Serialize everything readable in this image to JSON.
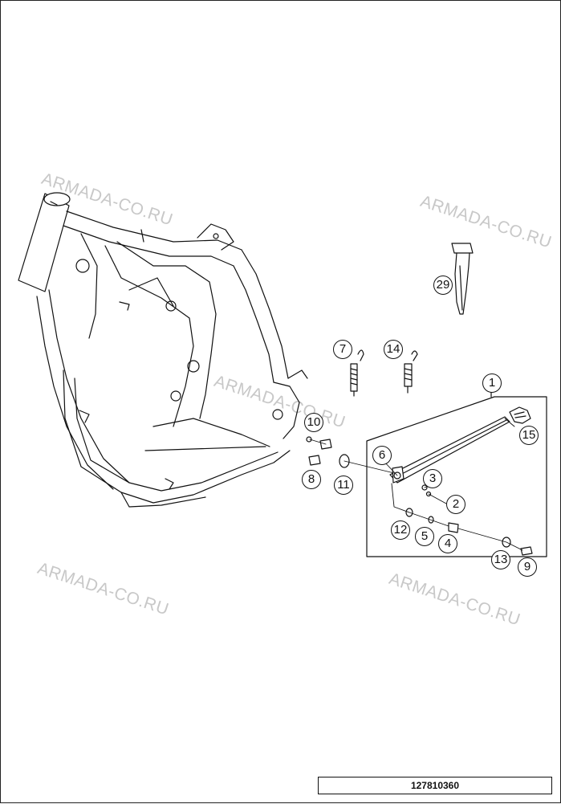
{
  "watermark": "ARMADA-CO.RU",
  "callouts": {
    "c1": "1",
    "c2": "2",
    "c3": "3",
    "c4": "4",
    "c5": "5",
    "c6": "6",
    "c7": "7",
    "c8": "8",
    "c9": "9",
    "c10": "10",
    "c11": "11",
    "c12": "12",
    "c13": "13",
    "c14": "14",
    "c15": "15",
    "c29": "29"
  },
  "drawing_number": "127810360",
  "colors": {
    "line": "#111111",
    "watermark": "#c8c8c8"
  }
}
